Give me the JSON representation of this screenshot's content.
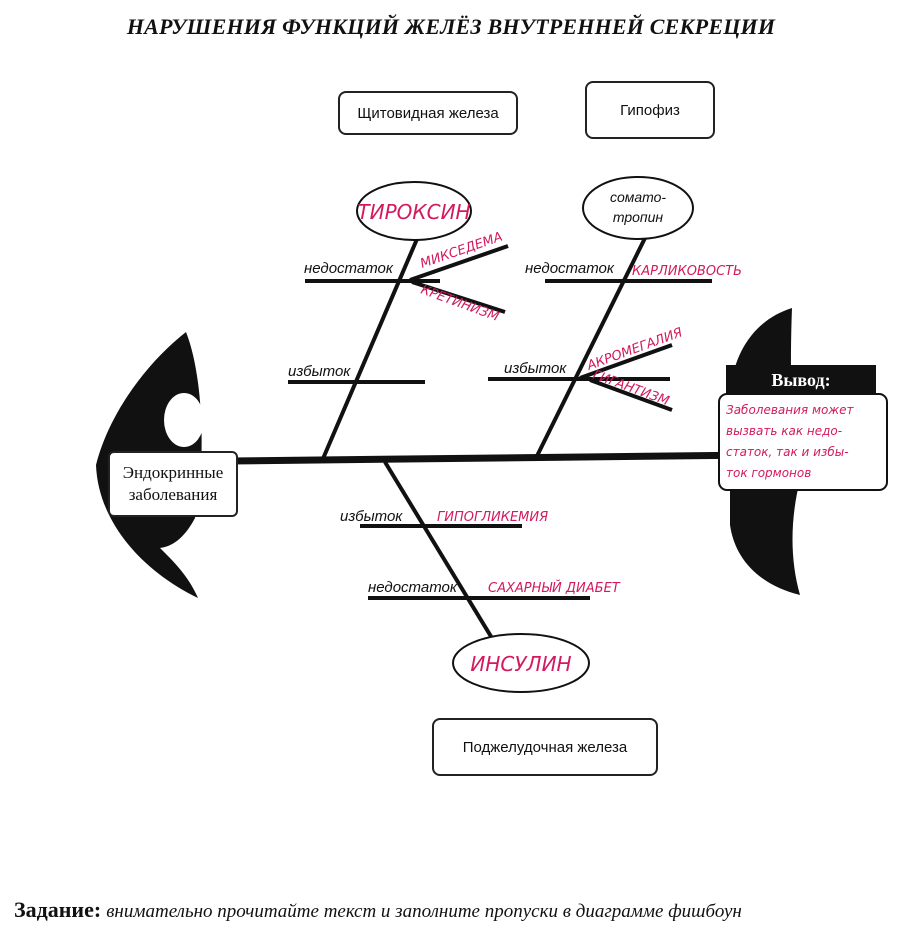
{
  "title": "НАРУШЕНИЯ ФУНКЦИЙ ЖЕЛЁЗ ВНУТРЕННЕЙ СЕКРЕЦИИ",
  "glands": {
    "thyroid": "Щитовидная железа",
    "pituitary": "Гипофиз",
    "pancreas": "Поджелудочная железа"
  },
  "hormones": {
    "thyroxine": "ТИРОКСИН",
    "somatotropin_line1": "сомато-",
    "somatotropin_line2": "тропин",
    "insulin": "ИНСУЛИН"
  },
  "head_label_line1": "Эндокринные",
  "head_label_line2": "заболевания",
  "labels": {
    "deficit": "недостаток",
    "excess": "избыток"
  },
  "diseases": {
    "myxedema": "МИКСЕДЕМА",
    "cretinism": "КРЕТИНИЗМ",
    "dwarfism": "КАРЛИКОВОСТЬ",
    "acromegaly": "АКРОМЕГАЛИЯ",
    "gigantism": "ГИГАНТИЗМ",
    "hypoglycemia": "ГИПОГЛИКЕМИЯ",
    "diabetes": "САХАРНЫЙ ДИАБЕТ"
  },
  "conclusion": {
    "heading": "Вывод:",
    "line1": "Заболевания может",
    "line2": "вызвать как недо-",
    "line3": "статок, так и избы-",
    "line4": "ток гормонов"
  },
  "task": {
    "label": "Задание:",
    "text": "внимательно прочитайте текст и заполните пропуски в диаграмме фишбоун"
  },
  "colors": {
    "ink": "#111111",
    "handwriting": "#d21a5e"
  }
}
